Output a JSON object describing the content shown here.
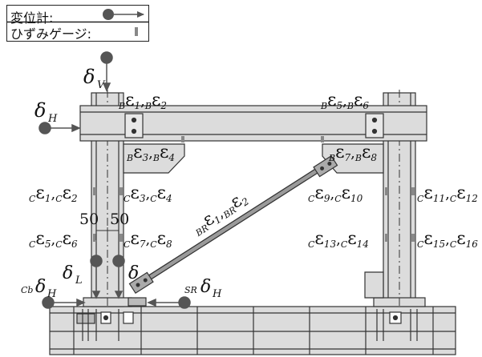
{
  "legend": {
    "displacement_label": "変位計:",
    "strain_gauge_label": "ひずみゲージ:"
  },
  "colors": {
    "steel_fill": "#dcdcdc",
    "steel_stroke": "#333333",
    "sensor_dot": "#555555",
    "gauge_mark": "#888888",
    "brace": "#777777"
  },
  "icons": {
    "displacement_meter": "dot-with-arrow-icon",
    "strain_gauge": "small-rectangle-icon"
  },
  "displacement_sensors": [
    {
      "id": "dV",
      "symbol": "δ",
      "sub": "V",
      "prefix": ""
    },
    {
      "id": "dH",
      "symbol": "δ",
      "sub": "H",
      "prefix": ""
    },
    {
      "id": "dL",
      "symbol": "δ",
      "sub": "L",
      "prefix": ""
    },
    {
      "id": "dCbH",
      "symbol": "δ",
      "sub": "H",
      "prefix": "Cb"
    },
    {
      "id": "dSRH",
      "symbol": "δ",
      "sub": "H",
      "prefix": "SR"
    },
    {
      "id": "dC",
      "symbol": "δ",
      "sub": "",
      "prefix": ""
    }
  ],
  "strain_labels": {
    "b12": {
      "pre": "B",
      "a": "1",
      "b": "2"
    },
    "b34": {
      "pre": "B",
      "a": "3",
      "b": "4"
    },
    "b56": {
      "pre": "B",
      "a": "5",
      "b": "6"
    },
    "b78": {
      "pre": "B",
      "a": "7",
      "b": "8"
    },
    "c12": {
      "pre": "C",
      "a": "1",
      "b": "2"
    },
    "c34": {
      "pre": "C",
      "a": "3",
      "b": "4"
    },
    "c56": {
      "pre": "C",
      "a": "5",
      "b": "6"
    },
    "c78": {
      "pre": "C",
      "a": "7",
      "b": "8"
    },
    "c910": {
      "pre": "C",
      "a": "9",
      "b": "10"
    },
    "c1112": {
      "pre": "C",
      "a": "11",
      "b": "12"
    },
    "c1314": {
      "pre": "C",
      "a": "13",
      "b": "14"
    },
    "c1516": {
      "pre": "C",
      "a": "15",
      "b": "16"
    },
    "br12": {
      "pre": "BR",
      "a": "1",
      "b": "2"
    }
  },
  "dimensions": {
    "left_spacing": "50",
    "right_spacing": "50"
  }
}
